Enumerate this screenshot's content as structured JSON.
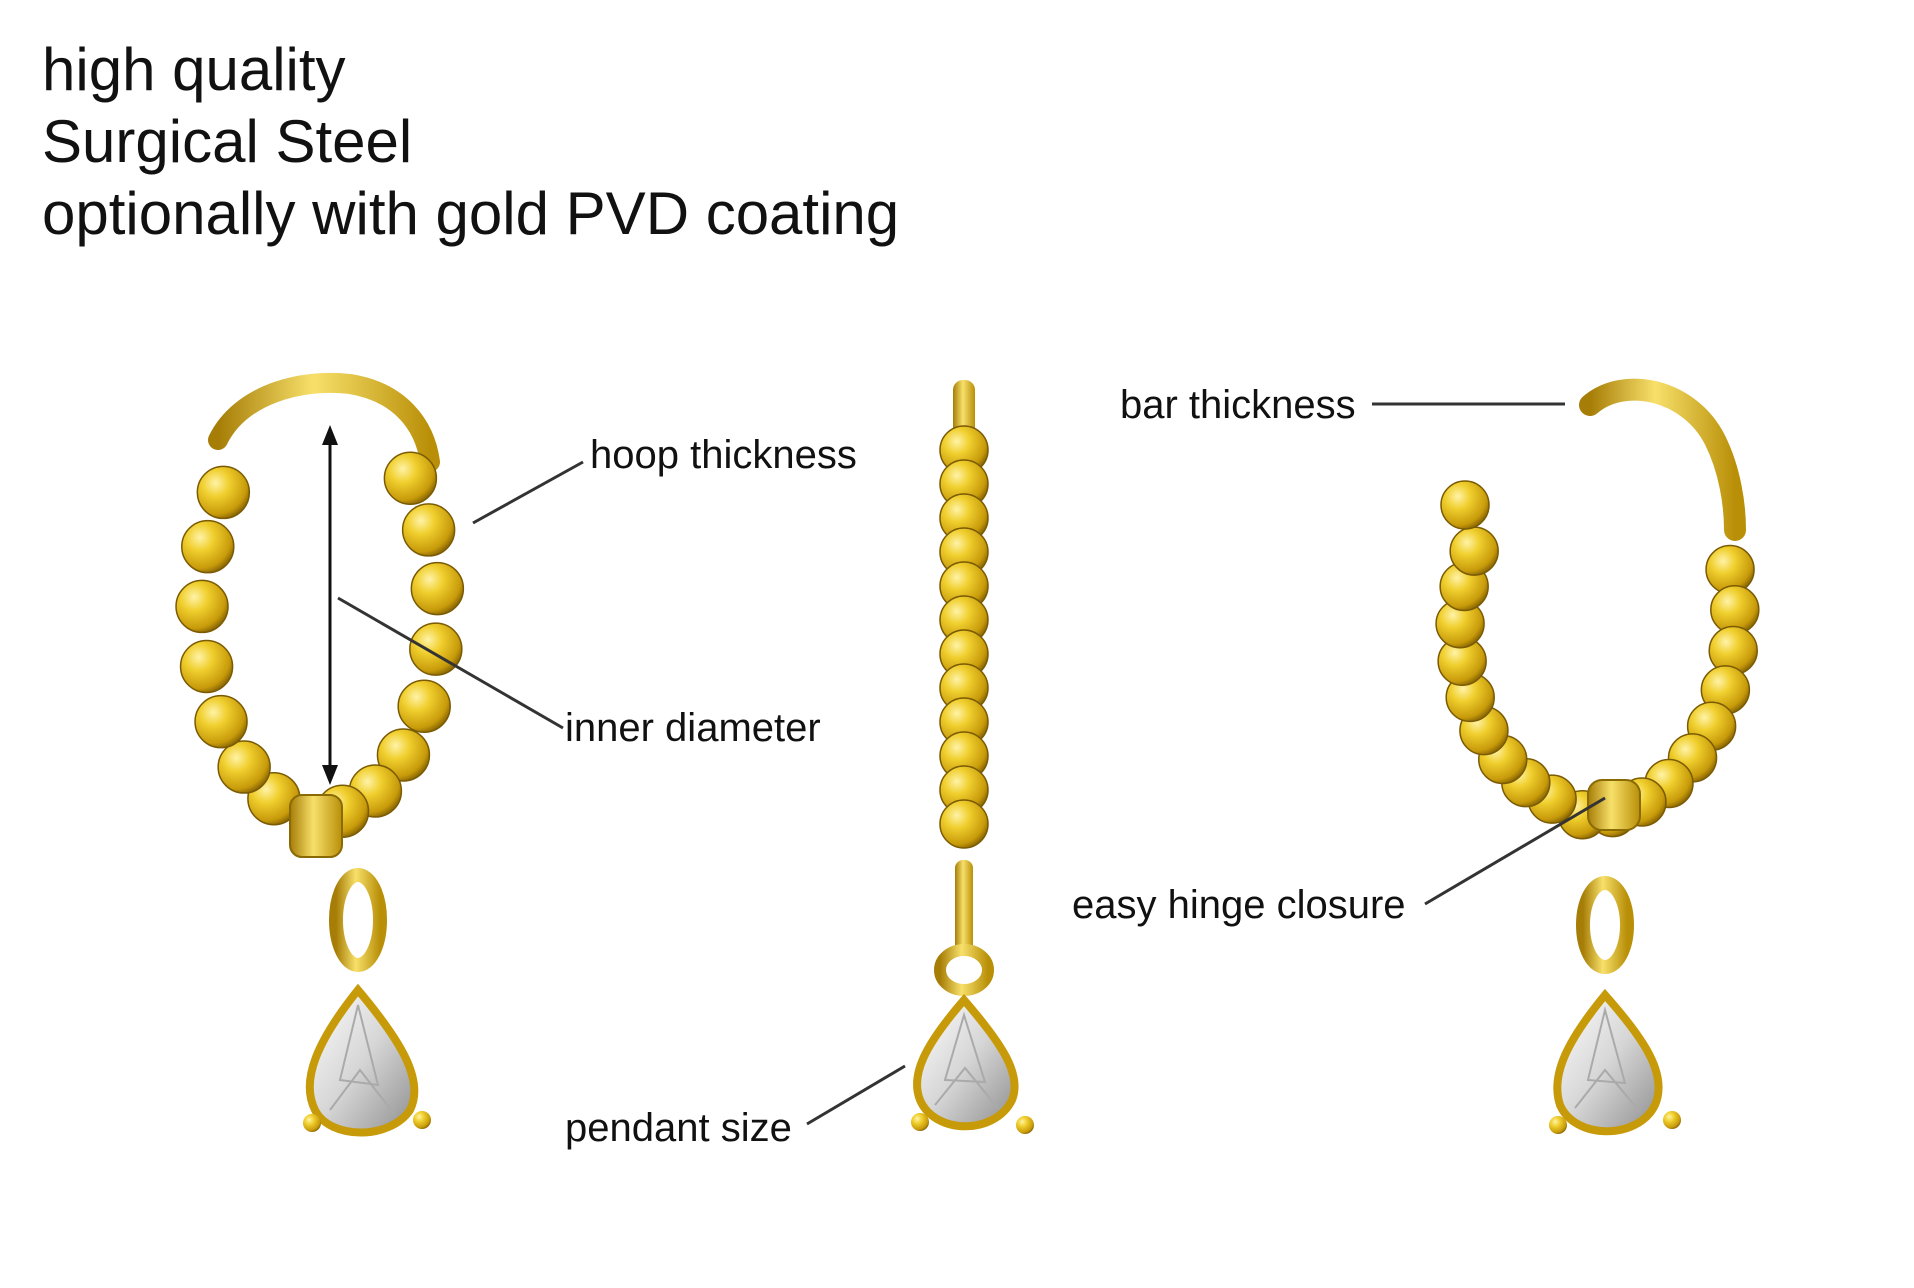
{
  "headline": {
    "line1": "high quality",
    "line2": "Surgical Steel",
    "line3": "optionally with gold PVD coating"
  },
  "callouts": {
    "hoop_thickness": "hoop thickness",
    "inner_diameter": "inner diameter",
    "pendant_size": "pendant size",
    "bar_thickness": "bar thickness",
    "easy_hinge_closure": "easy hinge closure"
  },
  "colors": {
    "gold_light": "#f4dc5a",
    "gold": "#d9b51a",
    "gold_dark": "#8a6a05",
    "gem_light": "#f4f4f4",
    "gem_dark": "#9a9a9a",
    "leader_line": "#333333"
  }
}
